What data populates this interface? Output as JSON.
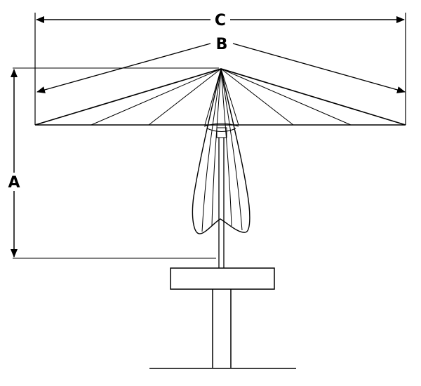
{
  "diagram": {
    "labels": {
      "a": "A",
      "b": "B",
      "c": "C"
    },
    "colors": {
      "line": "#000000",
      "background": "#ffffff"
    }
  }
}
